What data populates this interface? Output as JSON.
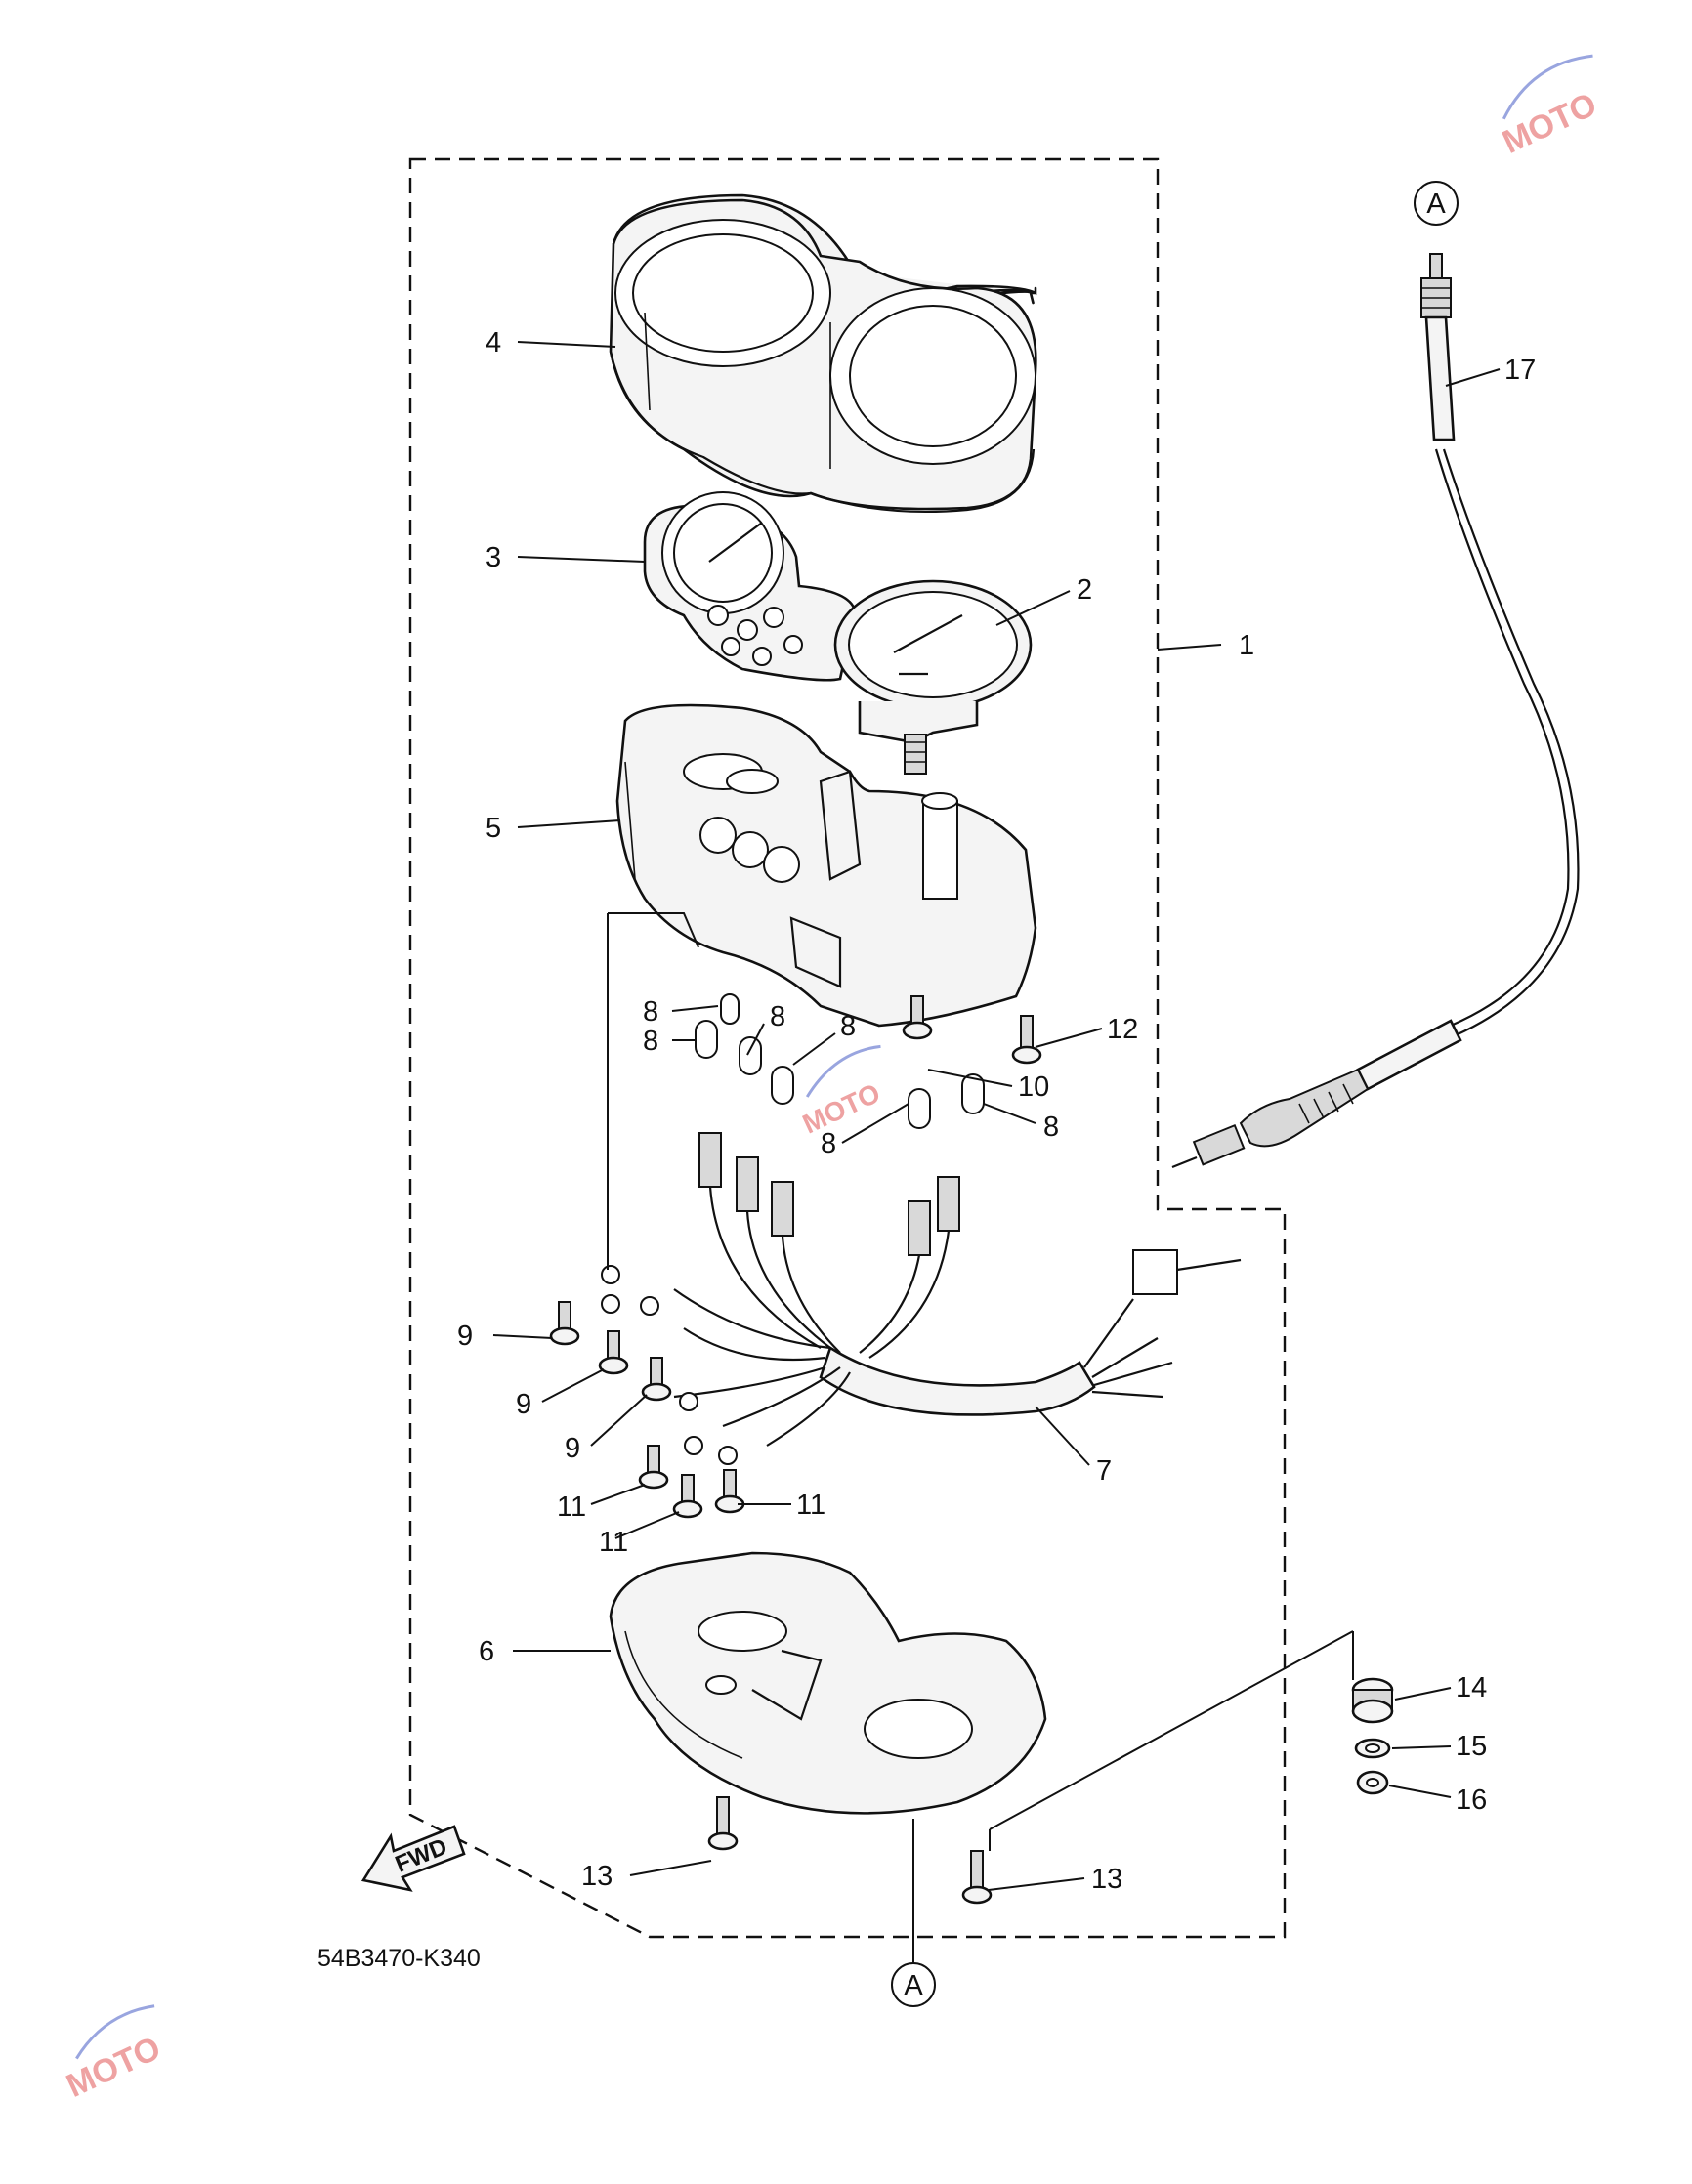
{
  "diagram": {
    "part_labels": [
      "1",
      "2",
      "3",
      "4",
      "5",
      "6",
      "7",
      "8",
      "9",
      "10",
      "11",
      "12",
      "13",
      "14",
      "15",
      "16",
      "17"
    ],
    "callout_a": "A",
    "fwd_label": "FWD",
    "drawing_code": "54B3470-K340",
    "watermark": "MOTO"
  }
}
